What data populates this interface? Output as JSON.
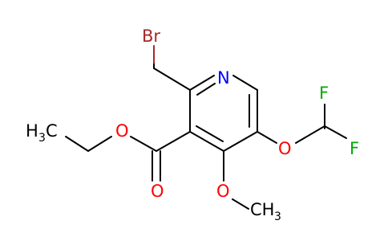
{
  "molecule": {
    "colors": {
      "bond": "#000000",
      "carbon": "#000000",
      "oxygen": "#ff0000",
      "nitrogen": "#0000ff",
      "fluorine": "#00aa00",
      "bromine": "#a52a2a"
    },
    "atoms": {
      "br": "Br",
      "n": "N",
      "o_carbonyl": "O",
      "o_ester": "O",
      "o_methoxy": "O",
      "o_ocf3": "O",
      "f_top": "F",
      "f_right": "F",
      "f_bottom": "F"
    },
    "groups": {
      "ethyl_ch3": {
        "main": "H",
        "sub": "3",
        "tail": "C"
      },
      "methoxy_ch3": {
        "main": "CH",
        "sub": "3"
      }
    }
  }
}
